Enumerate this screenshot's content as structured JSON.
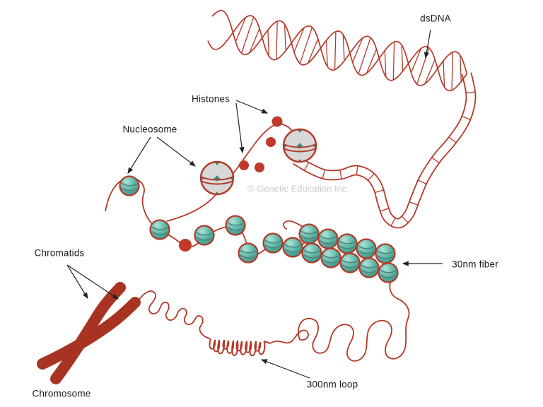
{
  "figure": {
    "type": "biology-diagram",
    "subject": "DNA packaging: dsDNA to nucleosomes to 30nm fiber to 300nm loop to chromosome",
    "labels": {
      "dsdna": "dsDNA",
      "histones": "Histones",
      "nucleosome": "Nucleosome",
      "fiber30": "30nm fiber",
      "loop300": "300nm loop",
      "chromatids": "Chromatids",
      "chromosome": "Chromosome"
    },
    "watermark": "© Genetic Education Inc.",
    "colors": {
      "dna_line": "#b33a28",
      "histone_dot": "#c0392b",
      "chromosome": "#a93322",
      "bead_teal_light": "#9fe0d2",
      "bead_teal_dark": "#3b9a8d",
      "bead_stripe": "#557f78",
      "nucleosome_core_teal": "#2f9084",
      "histone_lobe_grey": "#d8d8d8",
      "label_text": "#1b1b1b",
      "watermark_grey": "#cbcbcb",
      "arrow": "#222222"
    }
  }
}
